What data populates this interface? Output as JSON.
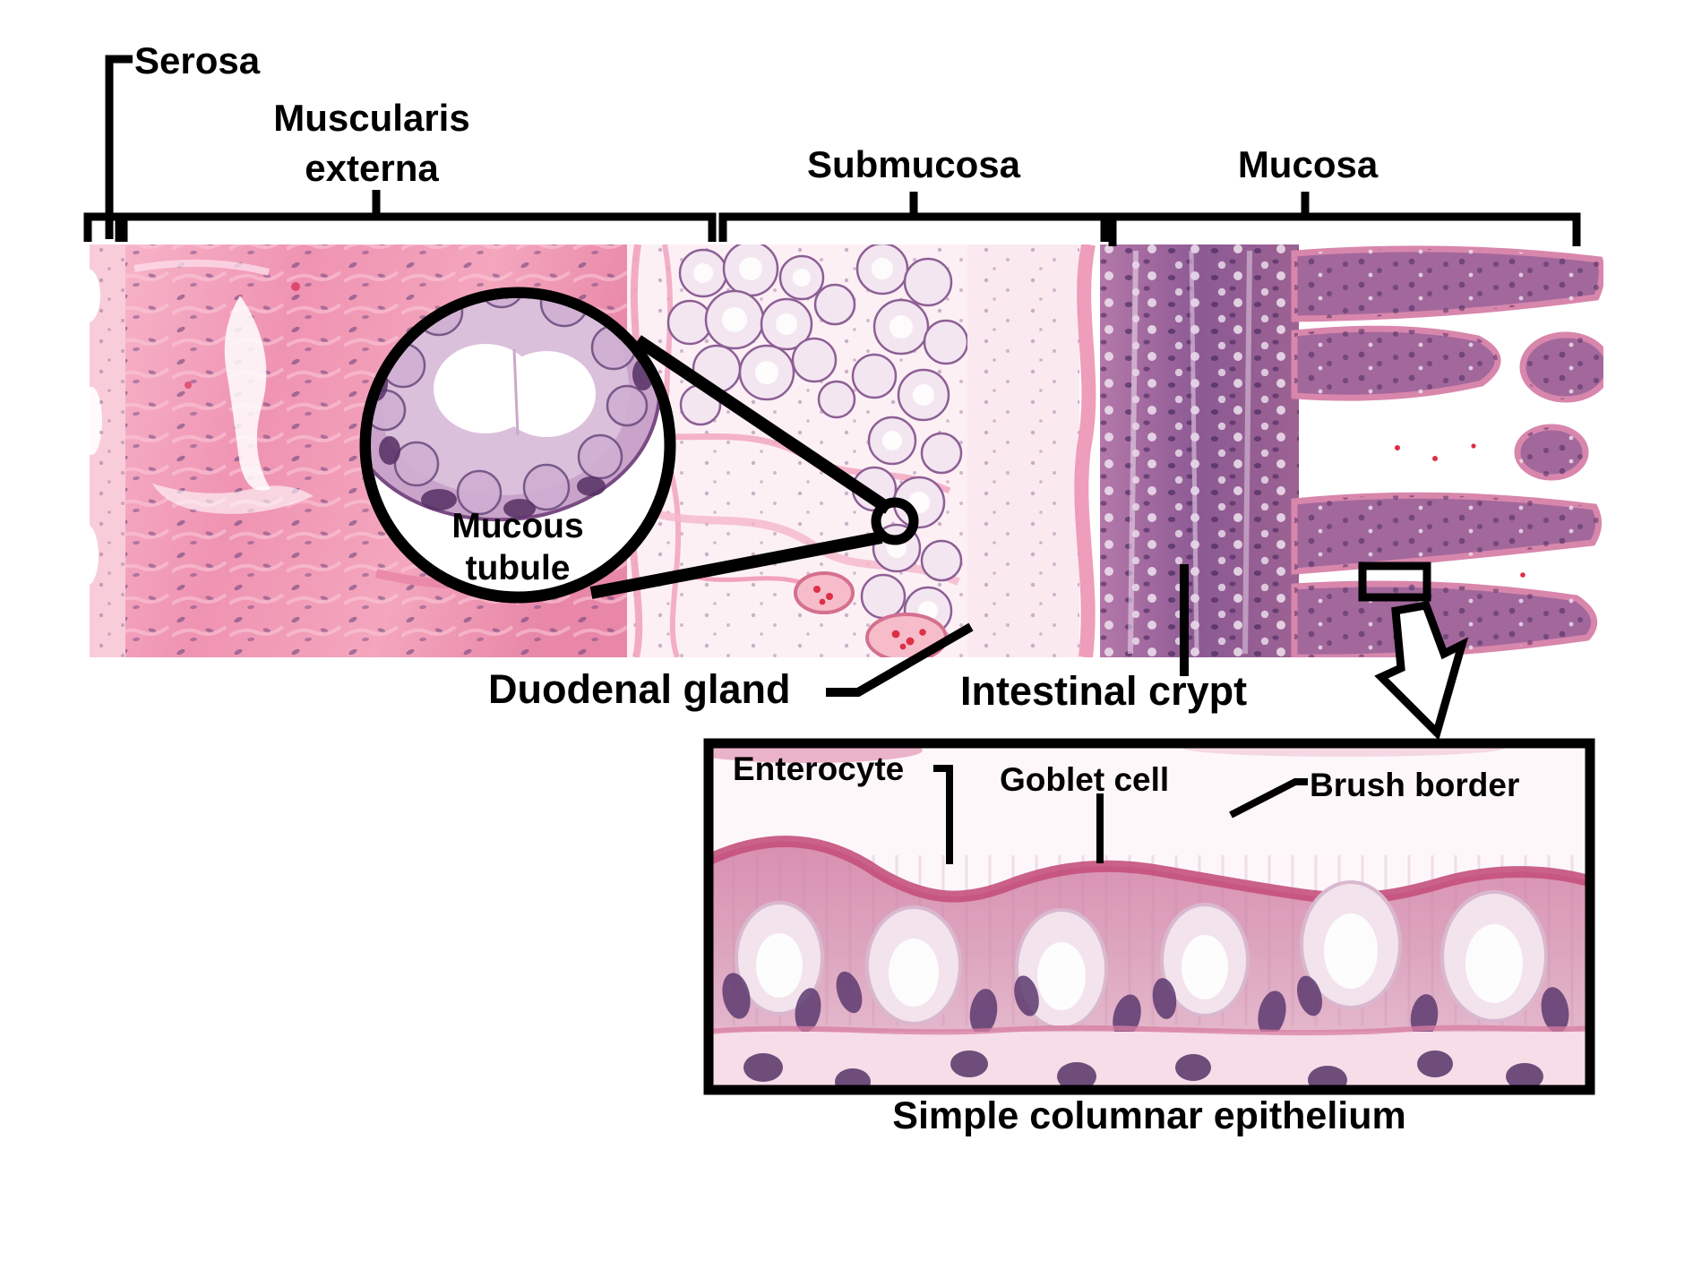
{
  "labels": {
    "serosa": "Serosa",
    "muscularis_line1": "Muscularis",
    "muscularis_line2": "externa",
    "submucosa": "Submucosa",
    "mucosa": "Mucosa",
    "mucous_tubule_line1": "Mucous",
    "mucous_tubule_line2": "tubule",
    "duodenal_gland": "Duodenal gland",
    "intestinal_crypt": "Intestinal crypt",
    "enterocyte": "Enterocyte",
    "goblet_cell": "Goblet cell",
    "brush_border": "Brush border",
    "caption": "Simple columnar epithelium"
  },
  "colors": {
    "annotation": "#000000",
    "muscularis_pink": "#f29ab8",
    "submucosa_background": "#fdf0f5",
    "gland_outline": "#8d5f95",
    "crypt_purple": "#9c6292",
    "villus_edge": "#d886ac",
    "epithelium_pink": "#dda6bf",
    "brush_border_rose": "#c4507c",
    "nucleus_purple": "#5d3a70",
    "red_blood_cell": "#e23648"
  }
}
